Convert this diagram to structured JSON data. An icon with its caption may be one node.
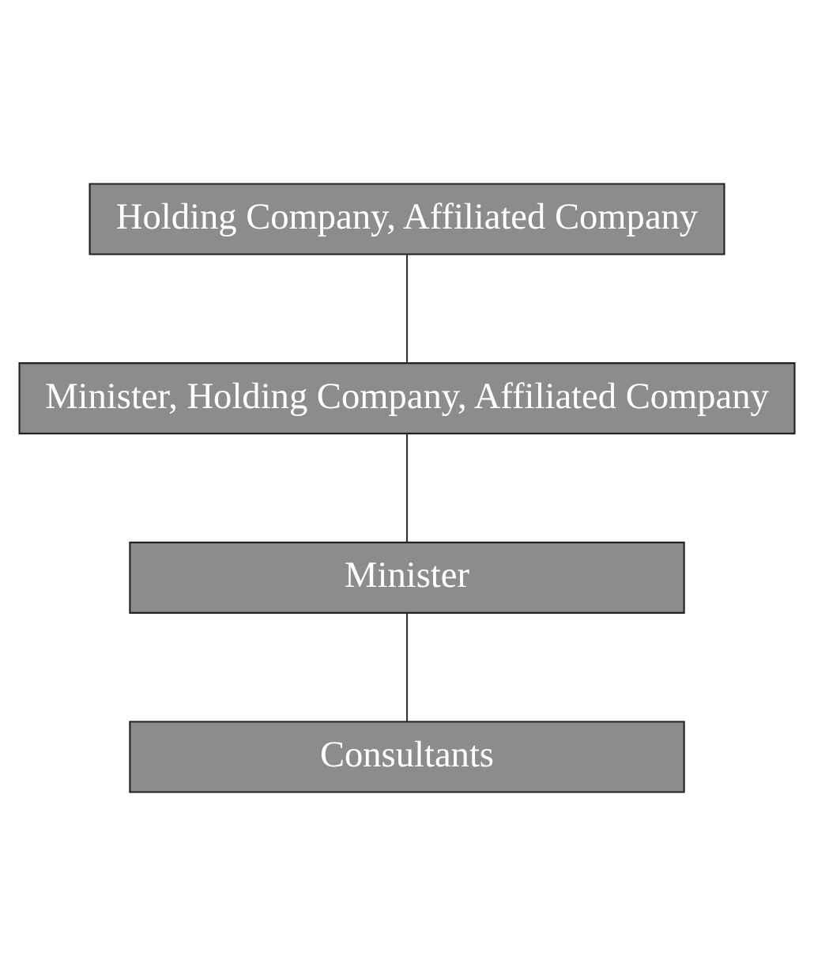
{
  "diagram": {
    "nodes": [
      {
        "text": [
          "Holding Company, Affiliated Company"
        ]
      },
      {
        "text": [
          "Minister, Holding Company, Affiliated Company"
        ]
      },
      {
        "text": [
          "Minister"
        ]
      },
      {
        "text": [
          "Consultants"
        ]
      }
    ],
    "edges": [
      {
        "from": 0,
        "to": 1,
        "arrow": "none"
      },
      {
        "from": 1,
        "to": 2,
        "arrow": "none"
      },
      {
        "from": 2,
        "to": 3,
        "arrow": "none"
      }
    ]
  }
}
